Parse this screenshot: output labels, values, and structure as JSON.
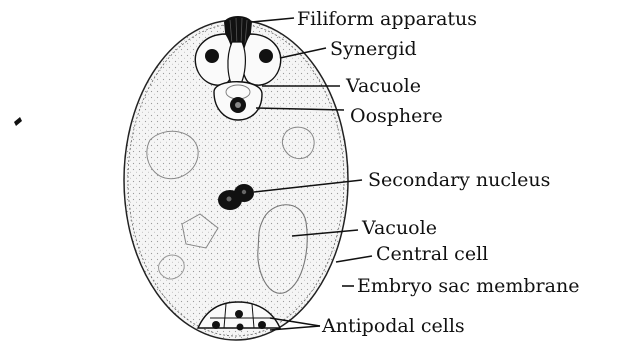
{
  "diagram": {
    "labels": {
      "filiform": "Filiform apparatus",
      "synergid": "Synergid",
      "vacuole_top": "Vacuole",
      "oosphere": "Oosphere",
      "secondary_nucleus": "Secondary nucleus",
      "vacuole_mid": "Vacuole",
      "central_cell": "Central cell",
      "embryo_sac_membrane": "Embryo sac membrane",
      "antipodal": "Antipodal cells"
    },
    "colors": {
      "ink": "#111111",
      "sac_fill": "#f3f3f3",
      "background": "#ffffff"
    }
  }
}
